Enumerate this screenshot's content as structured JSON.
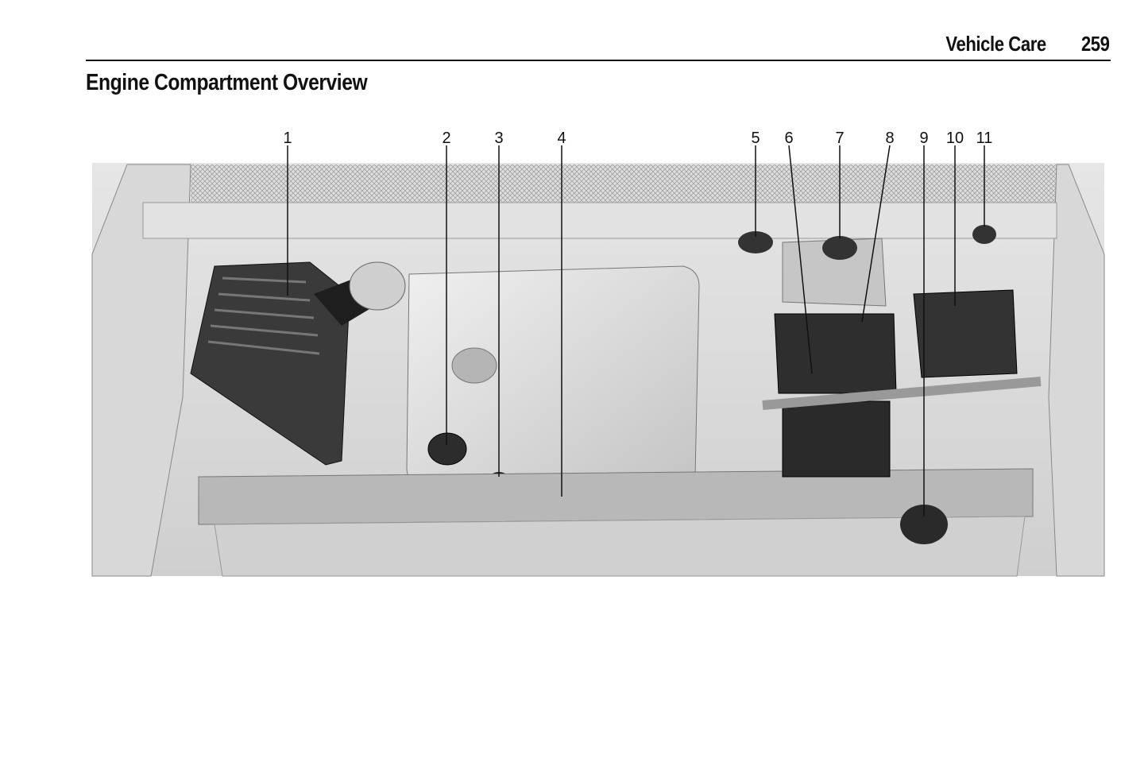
{
  "header": {
    "section": "Vehicle Care",
    "page_number": "259"
  },
  "title": "Engine Compartment Overview",
  "figure": {
    "callouts": [
      "1",
      "2",
      "3",
      "4",
      "5",
      "6",
      "7",
      "8",
      "9",
      "10",
      "11"
    ]
  }
}
